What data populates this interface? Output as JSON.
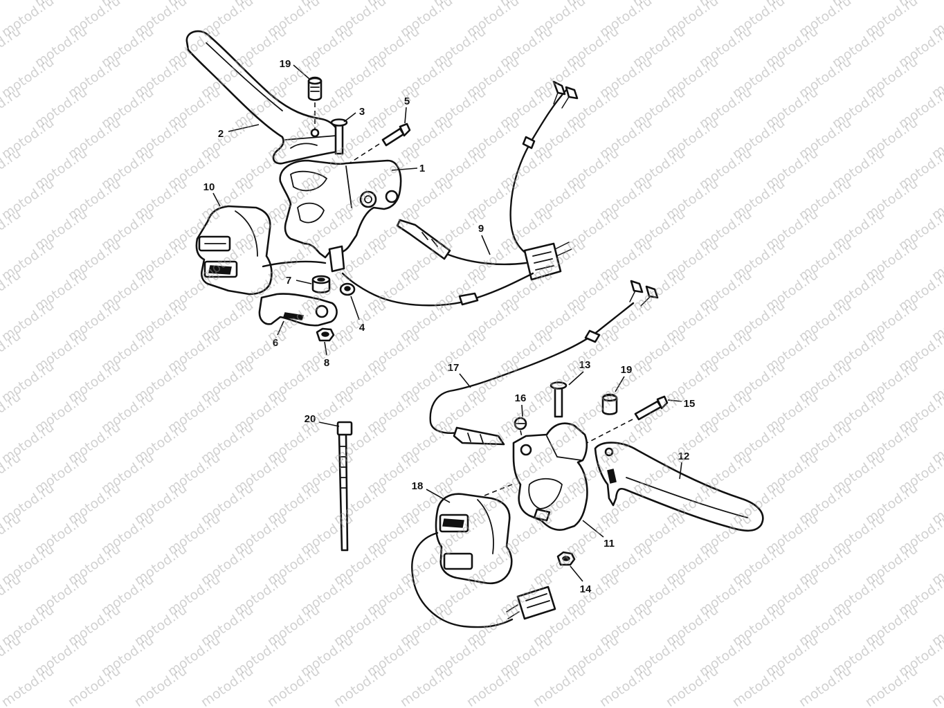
{
  "watermark": "motod.ru",
  "callouts": [
    "19",
    "3",
    "5",
    "2",
    "1",
    "10",
    "9",
    "7",
    "4",
    "6",
    "8",
    "17",
    "13",
    "19",
    "15",
    "16",
    "20",
    "12",
    "18",
    "11",
    "14"
  ]
}
